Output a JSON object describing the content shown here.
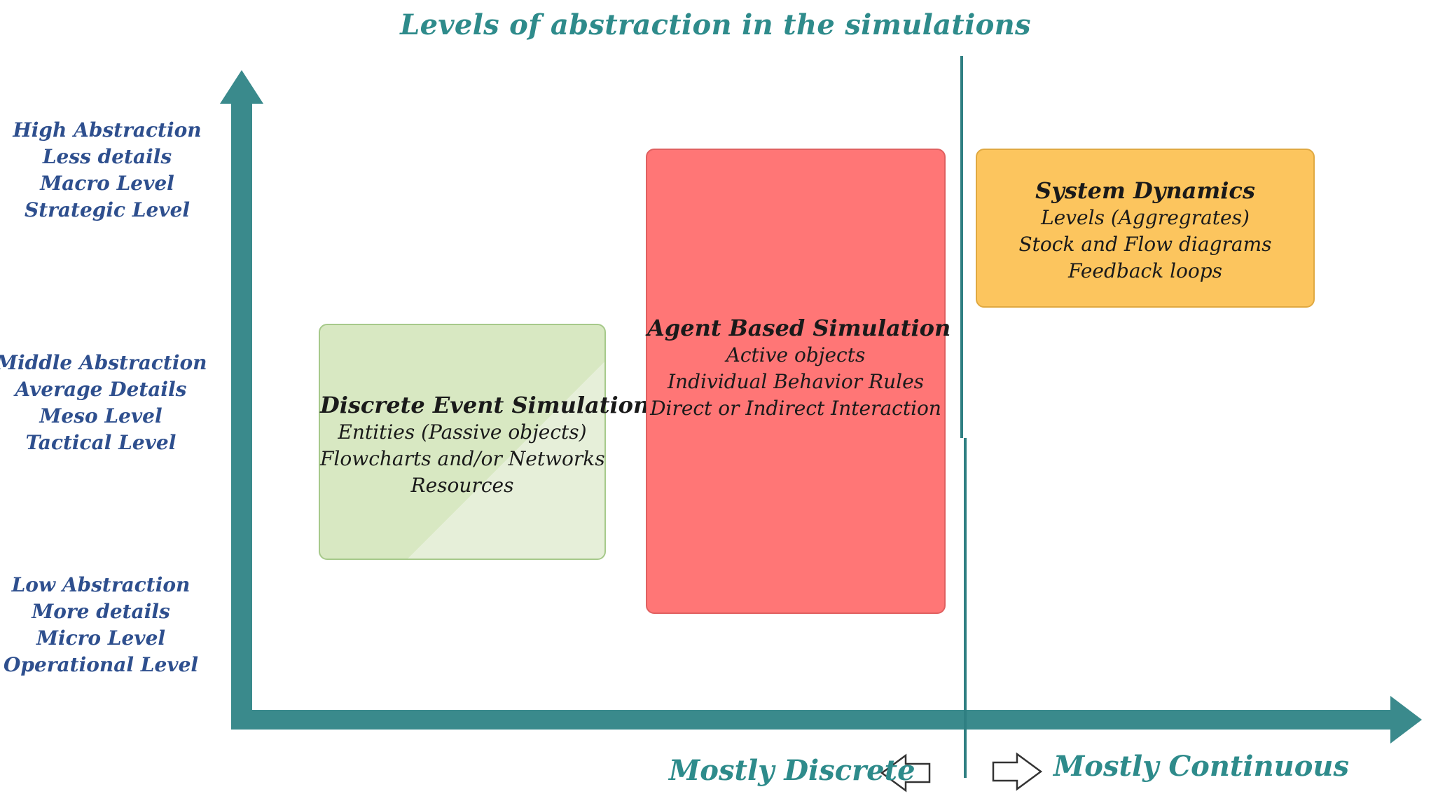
{
  "title": "Levels of abstraction in the simulations",
  "y_levels": {
    "high": [
      "High Abstraction",
      "Less details",
      "Macro Level",
      "Strategic Level"
    ],
    "middle": [
      "Middle Abstraction",
      "Average Details",
      "Meso Level",
      "Tactical Level"
    ],
    "low": [
      "Low Abstraction",
      "More details",
      "Micro Level",
      "Operational Level"
    ]
  },
  "boxes": {
    "des": {
      "title": "Discrete Event Simulation",
      "lines": [
        "Entities (Passive objects)",
        "Flowcharts and/or Networks",
        "Resources"
      ],
      "color": "#d8e8c2"
    },
    "abs": {
      "title": "Agent Based Simulation",
      "lines": [
        "Active objects",
        "Individual Behavior Rules",
        "Direct or Indirect Interaction"
      ],
      "color": "#ff7676"
    },
    "sd": {
      "title": "System Dynamics",
      "lines": [
        "Levels (Aggregrates)",
        "Stock and Flow diagrams",
        "Feedback loops"
      ],
      "color": "#fcc55e"
    }
  },
  "x_labels": {
    "left": "Mostly Discrete",
    "right": "Mostly Continuous"
  },
  "colors": {
    "axis": "#3a8a8c",
    "title": "#2e8b8b",
    "level_text": "#2e4f8e"
  }
}
